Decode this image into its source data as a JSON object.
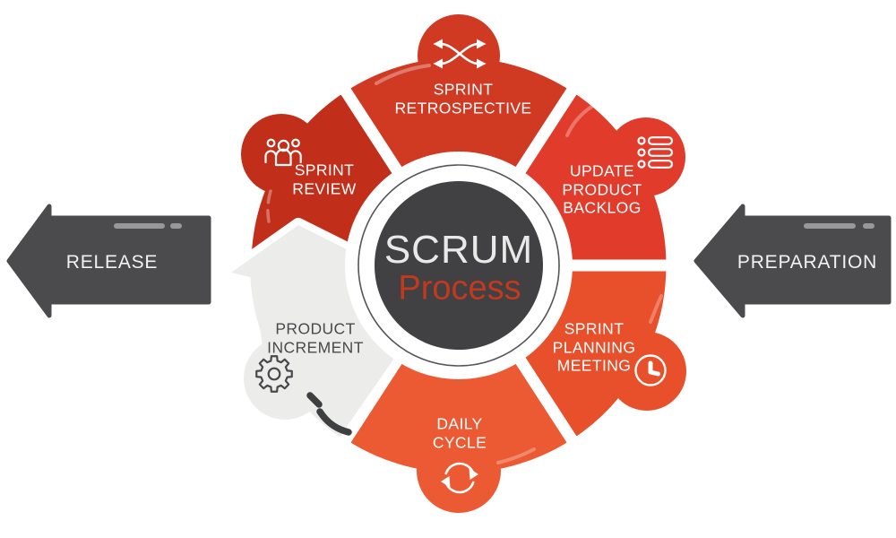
{
  "diagram": {
    "center": {
      "title": "SCRUM",
      "subtitle": "Process",
      "title_color": "#e9e9e9",
      "subtitle_color": "#c23a1e",
      "circle_color": "#414042",
      "ring_color": "#55565a"
    },
    "segments": [
      {
        "id": "sprint-retrospective",
        "lines": [
          "SPRINT",
          "RETROSPECTIVE"
        ],
        "color": "#d03a23",
        "icon": "shuffle-arrows-icon",
        "icon_color": "#ffffff"
      },
      {
        "id": "update-product-backlog",
        "lines": [
          "UPDATE",
          "PRODUCT",
          "BACKLOG"
        ],
        "color": "#e13c2b",
        "icon": "backlog-list-icon",
        "icon_color": "#ffffff"
      },
      {
        "id": "sprint-planning-meeting",
        "lines": [
          "SPRINT",
          "PLANNING",
          "MEETING"
        ],
        "color": "#e7502b",
        "icon": "clock-icon",
        "icon_color": "#ffffff"
      },
      {
        "id": "daily-cycle",
        "lines": [
          "DAILY",
          "CYCLE"
        ],
        "color": "#eb5a33",
        "icon": "refresh-cycle-icon",
        "icon_color": "#ffffff"
      },
      {
        "id": "product-increment",
        "lines": [
          "PRODUCT",
          "INCREMENT"
        ],
        "color": "#ececeb",
        "icon": "gear-icon",
        "icon_color": "#48494b",
        "text_color": "#4a4a4c"
      },
      {
        "id": "sprint-review",
        "lines": [
          "SPRINT",
          "REVIEW"
        ],
        "color": "#c12f1a",
        "icon": "team-icon",
        "icon_color": "#ffffff"
      }
    ],
    "side_arrows": {
      "left": {
        "label": "RELEASE"
      },
      "right": {
        "label": "PREPARATION"
      },
      "color": "#4b4b4d",
      "label_color": "#f2f2f2",
      "highlight_color": "#98989a"
    },
    "accent": {
      "swoosh_color": "#3e3f41"
    }
  }
}
